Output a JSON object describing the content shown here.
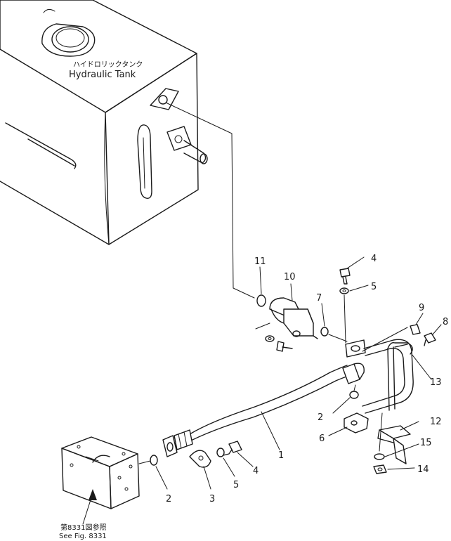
{
  "tank": {
    "label_jp": "ハイドロリックタンク",
    "label_en": "Hydraulic Tank"
  },
  "reference": {
    "label_jp": "第8331図参照",
    "label_en": "See Fig. 8331"
  },
  "callouts": [
    "1",
    "2",
    "2",
    "3",
    "4",
    "4",
    "5",
    "5",
    "6",
    "7",
    "8",
    "9",
    "10",
    "11",
    "12",
    "13",
    "14",
    "15"
  ]
}
